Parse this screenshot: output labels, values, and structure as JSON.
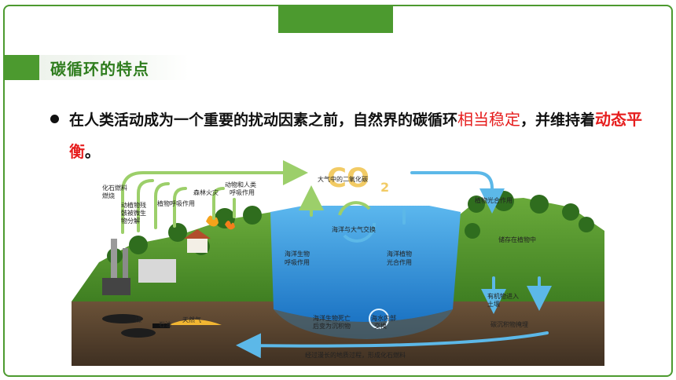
{
  "slide": {
    "heading": "碳循环的特点",
    "paragraph": {
      "part1": "在人类活动成为一个重要的扰动因素之前，自然界的碳循环",
      "highlight1": "相当稳定",
      "part2": "，并维持着",
      "highlight2": "动态平衡",
      "part3": "。"
    }
  },
  "diagram": {
    "co2_text": "CO",
    "co2_sub": "2",
    "labels": {
      "atmosphere_co2": "大气中的二氧化碳",
      "fossil_fuel_burning_1": "化石燃料",
      "fossil_fuel_burning_2": "燃烧",
      "decomposers_1": "动植物残",
      "decomposers_2": "骸被微生",
      "decomposers_3": "物分解",
      "plant_respiration": "植物呼吸作用",
      "forest_fire": "森林火灾",
      "animal_human_respiration_1": "动物和人类",
      "animal_human_respiration_2": "呼吸作用",
      "ocean_air_exchange": "海洋与大气交换",
      "marine_life_respiration_1": "海洋生物",
      "marine_life_respiration_2": "呼吸作用",
      "marine_plant_photosynthesis_1": "海洋植物",
      "marine_plant_photosynthesis_2": "光合作用",
      "plant_photosynthesis": "植物光合作用",
      "stored_in_plants": "储存在植物中",
      "organic_into_soil_1": "有机物进入",
      "organic_into_soil_2": "土壤",
      "carbon_sediment": "碳沉积物掩埋",
      "coal": "煤",
      "oil": "石油",
      "natural_gas": "天然气",
      "marine_death_sediment_1": "海洋生物死亡",
      "marine_death_sediment_2": "后变为沉积物",
      "seawater_exchange_1": "海水内部",
      "seawater_exchange_2": "交换",
      "geologic_process": "经过漫长的地质过程，形成化石燃料"
    },
    "colors": {
      "ocean": "#2a8fd6",
      "grass": "#3f8f2a",
      "soil": "#5a4632",
      "arrow_green": "#9ccf6a",
      "arrow_blue": "#5cb8e8",
      "accent_green": "#4c9a2f",
      "highlight_red": "#e61e1e"
    }
  }
}
